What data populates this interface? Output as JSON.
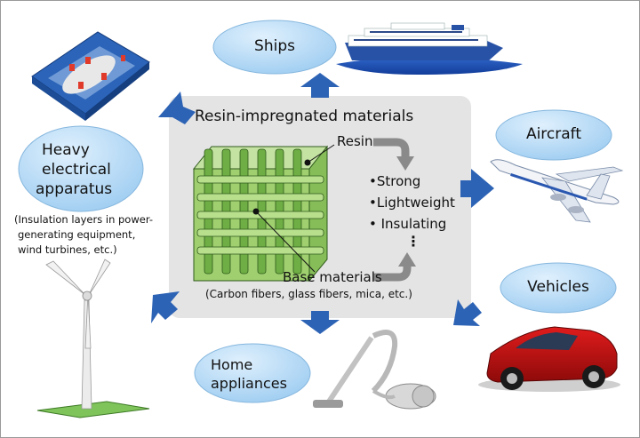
{
  "center": {
    "title": "Resin-impregnated materials",
    "resin_label": "Resin",
    "properties": [
      "•Strong",
      "•Lightweight",
      "• Insulating"
    ],
    "ellipsis": "⋮",
    "base_label": "Base materials",
    "base_note": "(Carbon fibers, glass fibers, mica, etc.)"
  },
  "applications": {
    "ships": "Ships",
    "aircraft": "Aircraft",
    "vehicles": "Vehicles",
    "heavy_line1": "Heavy",
    "heavy_line2": "electrical",
    "heavy_line3": "apparatus",
    "home_line1": "Home",
    "home_line2": "appliances"
  },
  "heavy_note": {
    "line1": "(Insulation layers in power-",
    "line2": "generating equipment,",
    "line3": "wind turbines, etc.)"
  },
  "colors": {
    "bubble": "#b9dcf7",
    "arrow": "#2d63b5",
    "panel": "#e4e4e4",
    "cube": "#9fcf6f",
    "flow_arrow": "#8a8a8a"
  }
}
